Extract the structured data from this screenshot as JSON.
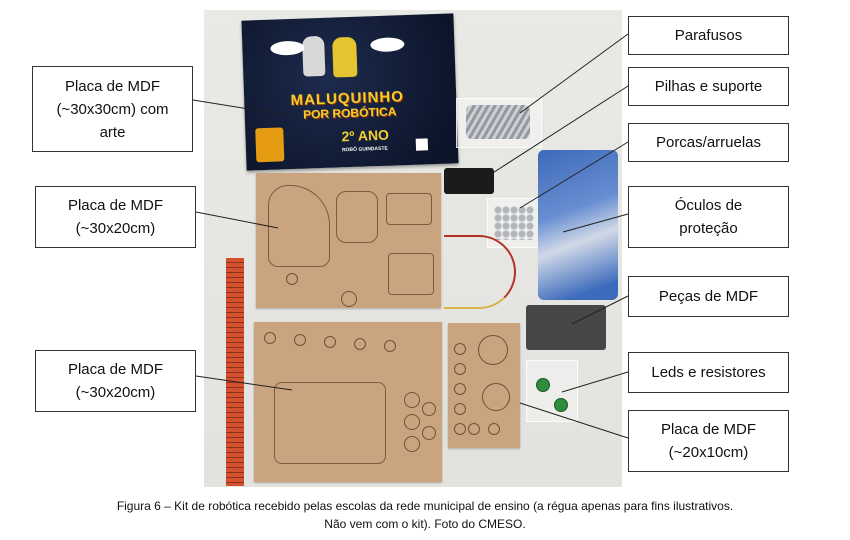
{
  "photo": {
    "poster": {
      "title_line1": "MALUQUINHO",
      "title_line2": "POR ROBÓTICA",
      "grade": "2º ANO",
      "subtitle": "ROBÔ GUINDASTE"
    }
  },
  "callouts": {
    "mdf_art": "Placa de MDF\n(~30x30cm) com\narte",
    "mdf_30x20_top": "Placa de MDF\n(~30x20cm)",
    "mdf_30x20_bottom": "Placa de MDF\n(~30x20cm)",
    "parafusos": "Parafusos",
    "pilhas": "Pilhas e suporte",
    "porcas": "Porcas/arruelas",
    "oculos": "Óculos de\nproteção",
    "pecas_mdf": "Peças de MDF",
    "leds": "Leds e resistores",
    "mdf_20x10": "Placa de MDF\n(~20x10cm)"
  },
  "caption": {
    "line1": "Figura 6 – Kit de robótica recebido pelas escolas da rede municipal de ensino (a régua apenas para fins ilustrativos.",
    "line2": "Não vem com o kit). Foto do CMESO."
  }
}
